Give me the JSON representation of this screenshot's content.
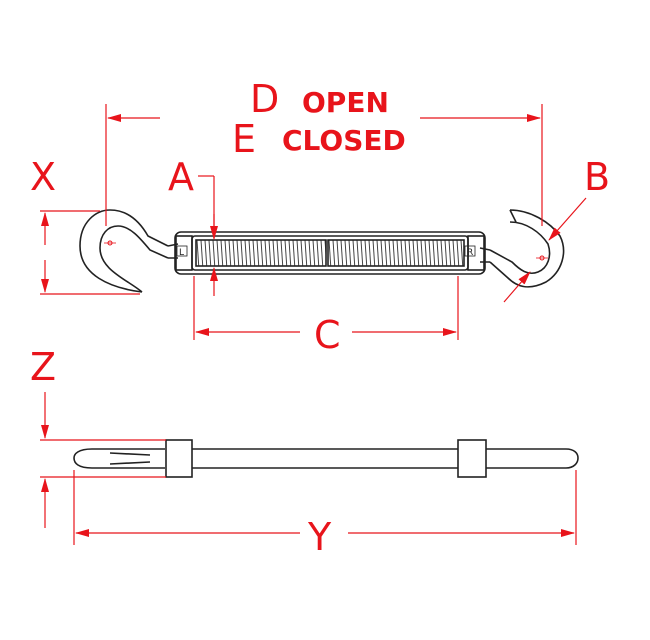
{
  "drawing": {
    "label_d": "D",
    "label_open": "OPEN",
    "label_e": "E",
    "label_closed": "CLOSED",
    "label_x": "X",
    "label_a": "A",
    "label_b": "B",
    "label_c": "C",
    "label_z": "Z",
    "label_y": "Y",
    "body_left_mark": "L",
    "body_right_mark": "R"
  },
  "colors": {
    "dimension": "#e8141b",
    "outline": "#222222"
  }
}
